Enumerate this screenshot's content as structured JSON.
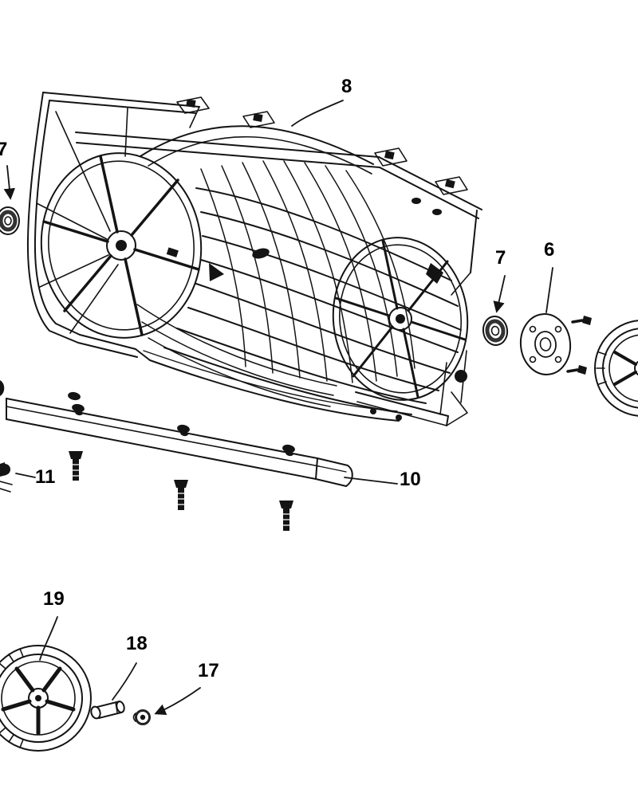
{
  "figure": {
    "labels": {
      "p8": {
        "text": "8"
      },
      "p7a": {
        "text": "7"
      },
      "p7b": {
        "text": "7"
      },
      "p6": {
        "text": "6"
      },
      "p11": {
        "text": "11"
      },
      "p10": {
        "text": "10"
      },
      "p19": {
        "text": "19"
      },
      "p18": {
        "text": "18"
      },
      "p17": {
        "text": "17"
      }
    },
    "line_color": "#141414"
  }
}
